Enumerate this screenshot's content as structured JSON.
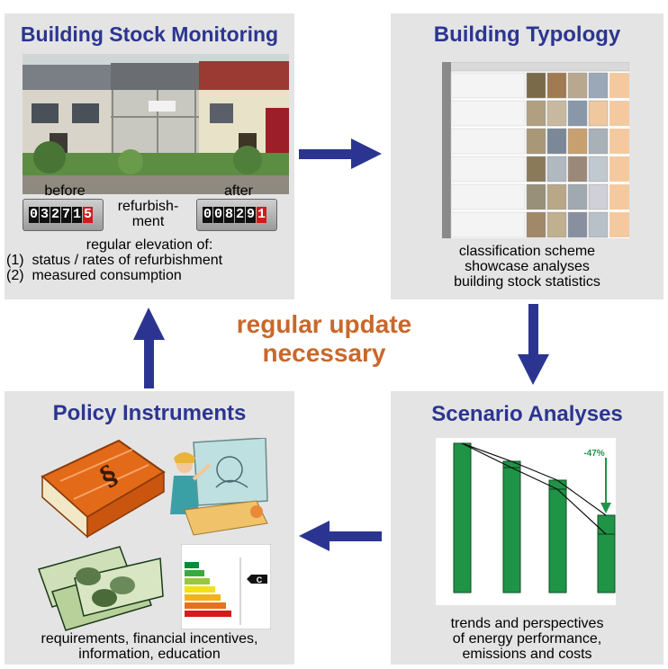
{
  "center": {
    "line1": "regular update",
    "line2": "necessary"
  },
  "monitoring": {
    "title": "Building Stock Monitoring",
    "before_label": "before",
    "after_label": "after",
    "refurb_line1": "refurbish-",
    "refurb_line2": "ment",
    "meter_before": [
      "0",
      "3",
      "2",
      "7",
      "1",
      "5"
    ],
    "meter_after": [
      "0",
      "0",
      "8",
      "2",
      "9",
      "1"
    ],
    "desc_line1": "regular elevation of:",
    "desc_line2": "(1)  status / rates of refurbishment",
    "desc_line3": "(2)  measured consumption"
  },
  "typology": {
    "title": "Building Typology",
    "desc_line1": "classification scheme",
    "desc_line2": "showcase analyses",
    "desc_line3": "building stock statistics"
  },
  "scenario": {
    "title": "Scenario Analyses",
    "chart_label": "-47%",
    "desc_line1": "trends and perspectives",
    "desc_line2": "of energy performance,",
    "desc_line3": "emissions and costs"
  },
  "policy": {
    "title": "Policy Instruments",
    "book_symbol": "§",
    "label_letter": "C",
    "desc_line1": "requirements, financial incentives,",
    "desc_line2": "information, education"
  },
  "colors": {
    "panel": "#e4e4e4",
    "title": "#2b3591",
    "center_text": "#c8682b",
    "arrow": "#2b3591",
    "bar": "#1f9447"
  }
}
